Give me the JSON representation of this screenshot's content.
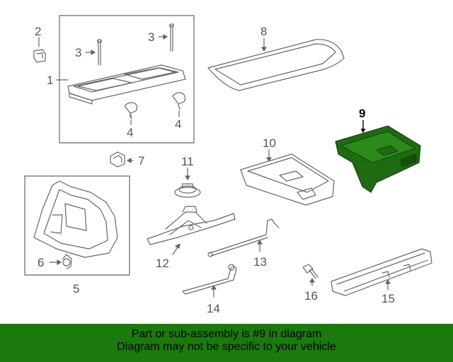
{
  "colors": {
    "highlight": "#1f6b12",
    "banner": "#1a7a0c",
    "line": "#666666",
    "bg": "#ffffff"
  },
  "callouts": {
    "c1": "1",
    "c2": "2",
    "c3a": "3",
    "c3b": "3",
    "c4a": "4",
    "c4b": "4",
    "c5": "5",
    "c6": "6",
    "c7": "7",
    "c8": "8",
    "c9": "9",
    "c10": "10",
    "c11": "11",
    "c12": "12",
    "c13": "13",
    "c14": "14",
    "c15": "15",
    "c16": "16"
  },
  "highlighted_part": "9",
  "banner": {
    "line1": "Part or sub-assembly is #9 in diagram",
    "line2": "Diagram may not be specific to your vehicle"
  }
}
